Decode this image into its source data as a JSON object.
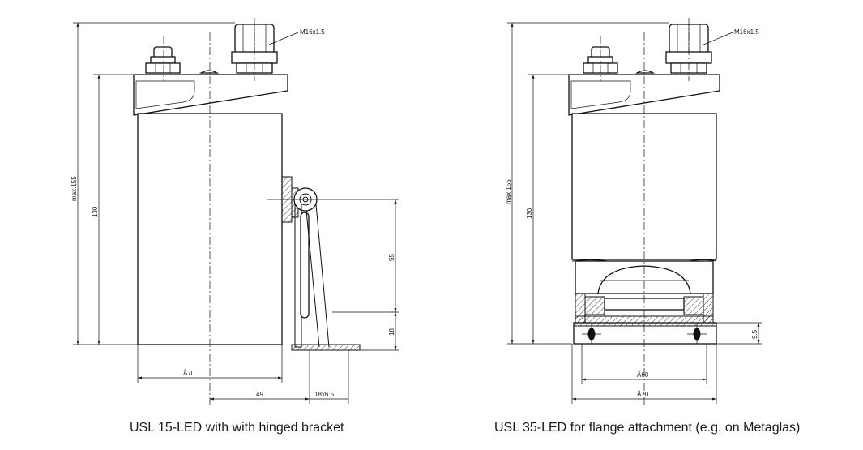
{
  "left_drawing": {
    "caption": "USL 15-LED with with hinged bracket",
    "thread_label": "M16x1.5",
    "dim_max_height": "max.155",
    "dim_height": "130",
    "dim_bracket_upper": "55",
    "dim_bracket_lower": "18",
    "dim_diameter": "Ã70",
    "dim_offset": "49",
    "dim_slot": "18x6.5"
  },
  "right_drawing": {
    "caption": "USL 35-LED for flange attachment (e.g. on Metaglas)",
    "thread_label": "M16x1.5",
    "dim_max_height": "max.155",
    "dim_height": "130",
    "dim_flange": "9.5",
    "dim_inner_diameter": "Ã60",
    "dim_diameter": "Ã70"
  }
}
